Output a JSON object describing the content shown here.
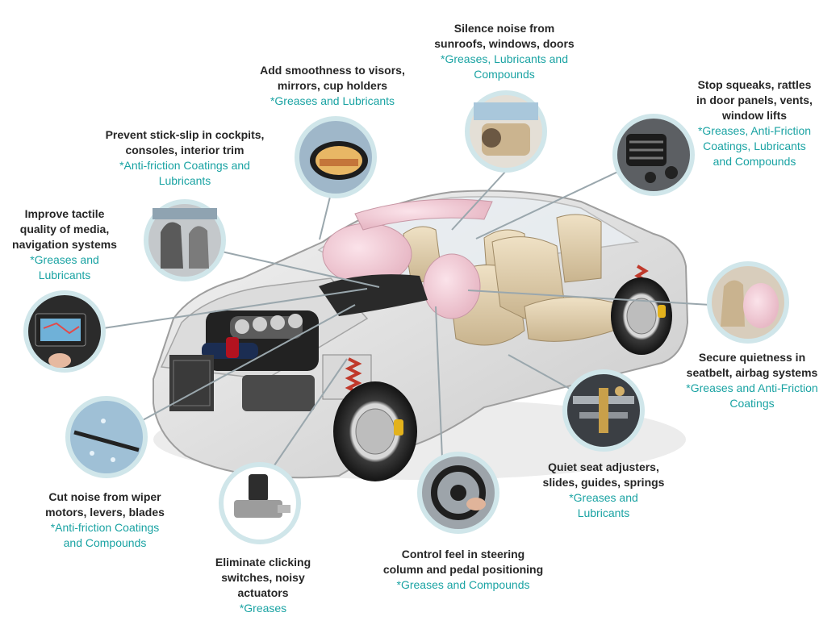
{
  "colors": {
    "accent": "#1aa3a3",
    "title_text": "#262626"
  },
  "callouts": [
    {
      "id": "sunroof",
      "icon": "sunroof-cabin-photo",
      "title": "Silence noise from\nsunroofs, windows, doors",
      "sub": "*Greases, Lubricants and\nCompounds"
    },
    {
      "id": "visors",
      "icon": "side-mirror-photo",
      "title": "Add smoothness to visors,\nmirrors, cup holders",
      "sub": "*Greases and Lubricants"
    },
    {
      "id": "doorpanels",
      "icon": "air-vent-photo",
      "title": "Stop squeaks, rattles\nin door panels, vents,\nwindow lifts",
      "sub": "*Greases, Anti-Friction\nCoatings, Lubricants\nand Compounds"
    },
    {
      "id": "cockpit",
      "icon": "interior-seats-photo",
      "title": "Prevent stick-slip in cockpits,\nconsoles, interior trim",
      "sub": "*Anti-friction Coatings and\nLubricants"
    },
    {
      "id": "media",
      "icon": "navigation-screen-photo",
      "title": "Improve tactile\nquality of media,\nnavigation systems",
      "sub": "*Greases and\nLubricants"
    },
    {
      "id": "seatbelt",
      "icon": "airbag-photo",
      "title": "Secure quietness in\nseatbelt, airbag systems",
      "sub": "*Greases and Anti-Friction\nCoatings"
    },
    {
      "id": "seatadjust",
      "icon": "seat-mechanism-photo",
      "title": "Quiet seat adjusters,\nslides, guides, springs",
      "sub": "*Greases and\nLubricants"
    },
    {
      "id": "wiper",
      "icon": "wiper-blade-photo",
      "title": "Cut noise from wiper\nmotors, levers, blades",
      "sub": "*Anti-friction Coatings\nand Compounds"
    },
    {
      "id": "steering",
      "icon": "steering-wheel-photo",
      "title": "Control feel in steering\ncolumn and pedal positioning",
      "sub": "*Greases and Compounds"
    },
    {
      "id": "switches",
      "icon": "actuator-photo",
      "title": "Eliminate clicking\nswitches, noisy\nactuators",
      "sub": "*Greases"
    }
  ]
}
